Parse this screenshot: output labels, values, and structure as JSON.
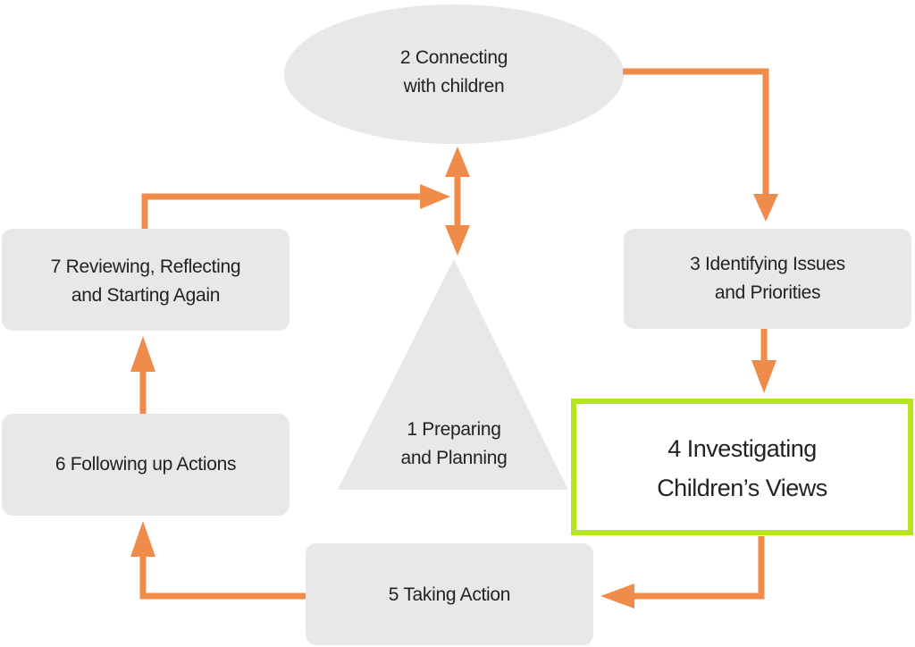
{
  "diagram": {
    "colors": {
      "node_fill": "#e8e8e8",
      "arrow": "#f08c4b",
      "highlight_border": "#b5e61d"
    },
    "nodes": {
      "step1": {
        "line1": "1 Preparing",
        "line2": "and Planning"
      },
      "step2": {
        "line1": "2 Connecting",
        "line2": "with children"
      },
      "step3": {
        "line1": "3 Identifying Issues",
        "line2": "and Priorities"
      },
      "step4": {
        "line1": "4 Investigating",
        "line2": "Children’s Views"
      },
      "step5": {
        "line1": "5 Taking Action"
      },
      "step6": {
        "line1": "6 Following up Actions"
      },
      "step7": {
        "line1": "7 Reviewing, Reflecting",
        "line2": "and Starting Again"
      }
    },
    "edges": [
      {
        "from": "step2",
        "to": "step3"
      },
      {
        "from": "step3",
        "to": "step4"
      },
      {
        "from": "step4",
        "to": "step5"
      },
      {
        "from": "step5",
        "to": "step6"
      },
      {
        "from": "step6",
        "to": "step7"
      },
      {
        "from": "step7",
        "to": "step2"
      },
      {
        "from": "step1",
        "to": "step2",
        "bidirectional": true
      }
    ],
    "highlighted_node": "step4"
  }
}
